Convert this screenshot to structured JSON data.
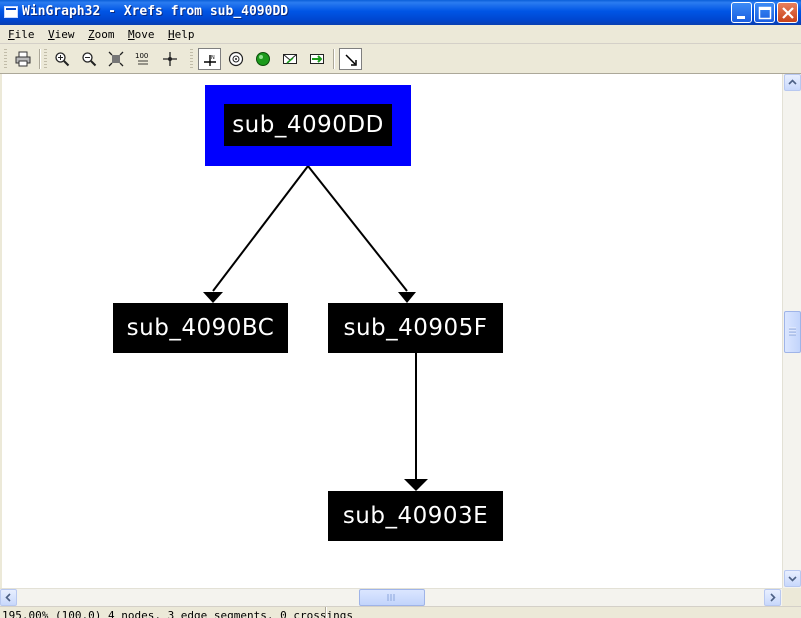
{
  "window": {
    "title": "WinGraph32 - Xrefs from sub_4090DD"
  },
  "menu": {
    "items": [
      {
        "label": "File"
      },
      {
        "label": "View"
      },
      {
        "label": "Zoom"
      },
      {
        "label": "Move"
      },
      {
        "label": "Help"
      }
    ]
  },
  "toolbar": {
    "buttons": [
      {
        "icon": "print-icon"
      },
      {
        "icon": "zoom-in-icon"
      },
      {
        "icon": "zoom-out-icon"
      },
      {
        "icon": "fit-window-icon"
      },
      {
        "icon": "zoom-100-icon",
        "label": "100"
      },
      {
        "icon": "center-icon"
      },
      {
        "icon": "north-arrow-icon"
      },
      {
        "icon": "radar-icon"
      },
      {
        "icon": "green-ball-icon"
      },
      {
        "icon": "envelope-icon"
      },
      {
        "icon": "green-arrow-icon"
      },
      {
        "icon": "follow-edge-icon"
      }
    ]
  },
  "graph": {
    "nodes": [
      {
        "id": "root",
        "label": "sub_4090DD",
        "selected": true
      },
      {
        "id": "n1",
        "label": "sub_4090BC"
      },
      {
        "id": "n2",
        "label": "sub_40905F"
      },
      {
        "id": "n3",
        "label": "sub_40903E"
      }
    ],
    "edges": [
      {
        "from": "sub_4090DD",
        "to": "sub_4090BC"
      },
      {
        "from": "sub_4090DD",
        "to": "sub_40905F"
      },
      {
        "from": "sub_40905F",
        "to": "sub_40903E"
      }
    ],
    "colors": {
      "node_bg": "#000000",
      "node_text": "#ffffff",
      "selected_frame": "#0000ff",
      "edge": "#000000"
    }
  },
  "status": {
    "text": "195.00% (100,0) 4 nodes, 3 edge segments, 0 crossings"
  }
}
